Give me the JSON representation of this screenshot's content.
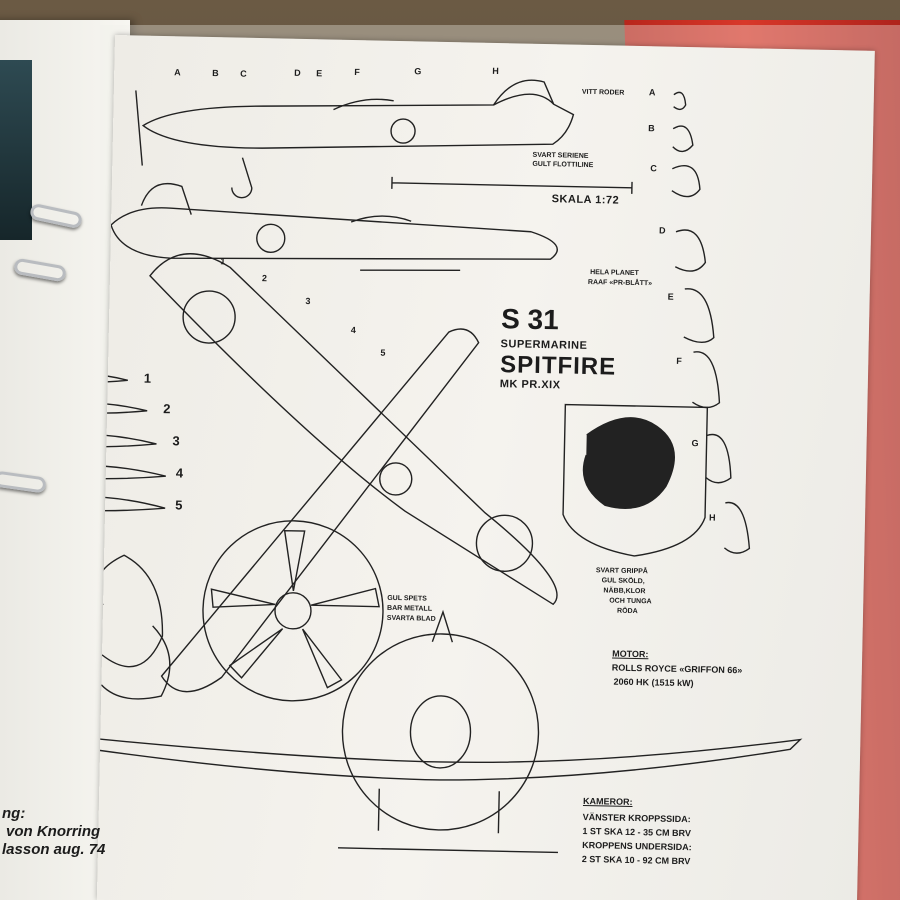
{
  "header_letters": [
    "A",
    "B",
    "C",
    "D",
    "E",
    "F",
    "G",
    "H"
  ],
  "side_letters": [
    "A",
    "B",
    "C",
    "D",
    "E",
    "F",
    "G",
    "H"
  ],
  "top_view_labels": {
    "vitt_roder": "VITT RODER",
    "svart_seriene": "SVART SERIENE",
    "gult_flottiline": "GULT FLOTTILINE"
  },
  "scale_label": "SKALA 1:72",
  "hela_planet": "HELA PLANET",
  "raaf": "RAAF «PR-BLÅTT»",
  "callout_numbers": [
    "1",
    "2",
    "3",
    "4",
    "5"
  ],
  "profile_numbers": [
    "1",
    "2",
    "3",
    "4",
    "5"
  ],
  "title": {
    "code": "S 31",
    "maker": "SUPERMARINE",
    "name": "SPITFIRE",
    "variant": "MK PR.XIX"
  },
  "emblem_caption": [
    "SVART GRIPPÅ",
    "GUL SKÖLD,",
    "NÄBB,KLOR",
    "OCH TUNGA",
    "RÖDA"
  ],
  "propeller_notes": [
    "GUL SPETS",
    "BAR METALL",
    "SVARTA BLAD"
  ],
  "motor": {
    "heading": "MOTOR:",
    "line1": "ROLLS ROYCE «GRIFFON 66»",
    "line2": "2060 HK (1515 kW)"
  },
  "kameror": {
    "heading": "KAMEROR:",
    "line1": "VÄNSTER KROPPSSIDA:",
    "line2": "1 ST SKA 12 - 35 CM  BRV",
    "line3": "KROPPENS UNDERSIDA:",
    "line4": "2 ST SKA 10 - 92 CM  BRV"
  },
  "credit": {
    "line1": "ng:",
    "line2": "von Knorring",
    "line3": "lasson  aug. 74"
  },
  "colors": {
    "binder": "#c8301f",
    "paper": "#f2f0ea",
    "ink": "#1c1c1c"
  }
}
